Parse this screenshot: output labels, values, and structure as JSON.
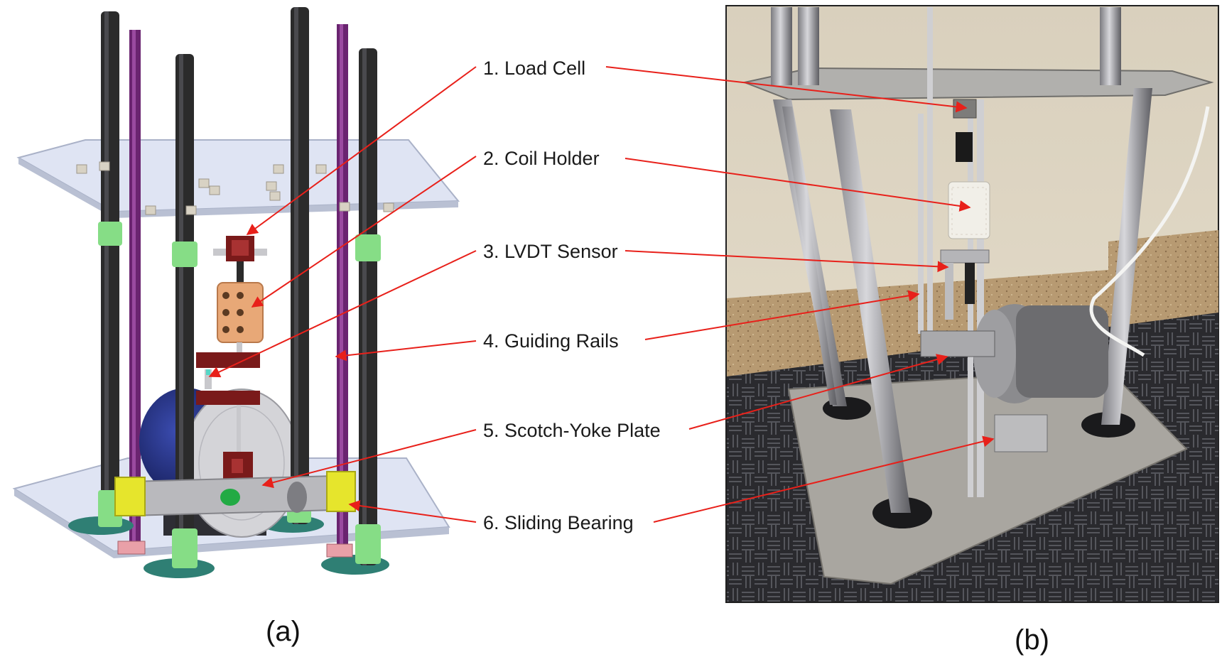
{
  "labels": [
    {
      "text": "1. Load Cell"
    },
    {
      "text": "2. Coil Holder"
    },
    {
      "text": "3. LVDT Sensor"
    },
    {
      "text": "4. Guiding Rails"
    },
    {
      "text": "5. Scotch-Yoke Plate"
    },
    {
      "text": "6. Sliding Bearing"
    }
  ],
  "captions": {
    "left": "(a)",
    "right": "(b)"
  },
  "colors": {
    "arrow": "#e8201a",
    "plate": "#dfe4f3",
    "rod": "#2b2b2b",
    "rail": "#6a2470",
    "green": "#86dd86",
    "teal": "#2f7f74",
    "copper": "#e8a877",
    "redbrown": "#7a1a1a",
    "motor": "#23307a",
    "yellow": "#e6e52c",
    "steel": "#b9b9bd"
  }
}
